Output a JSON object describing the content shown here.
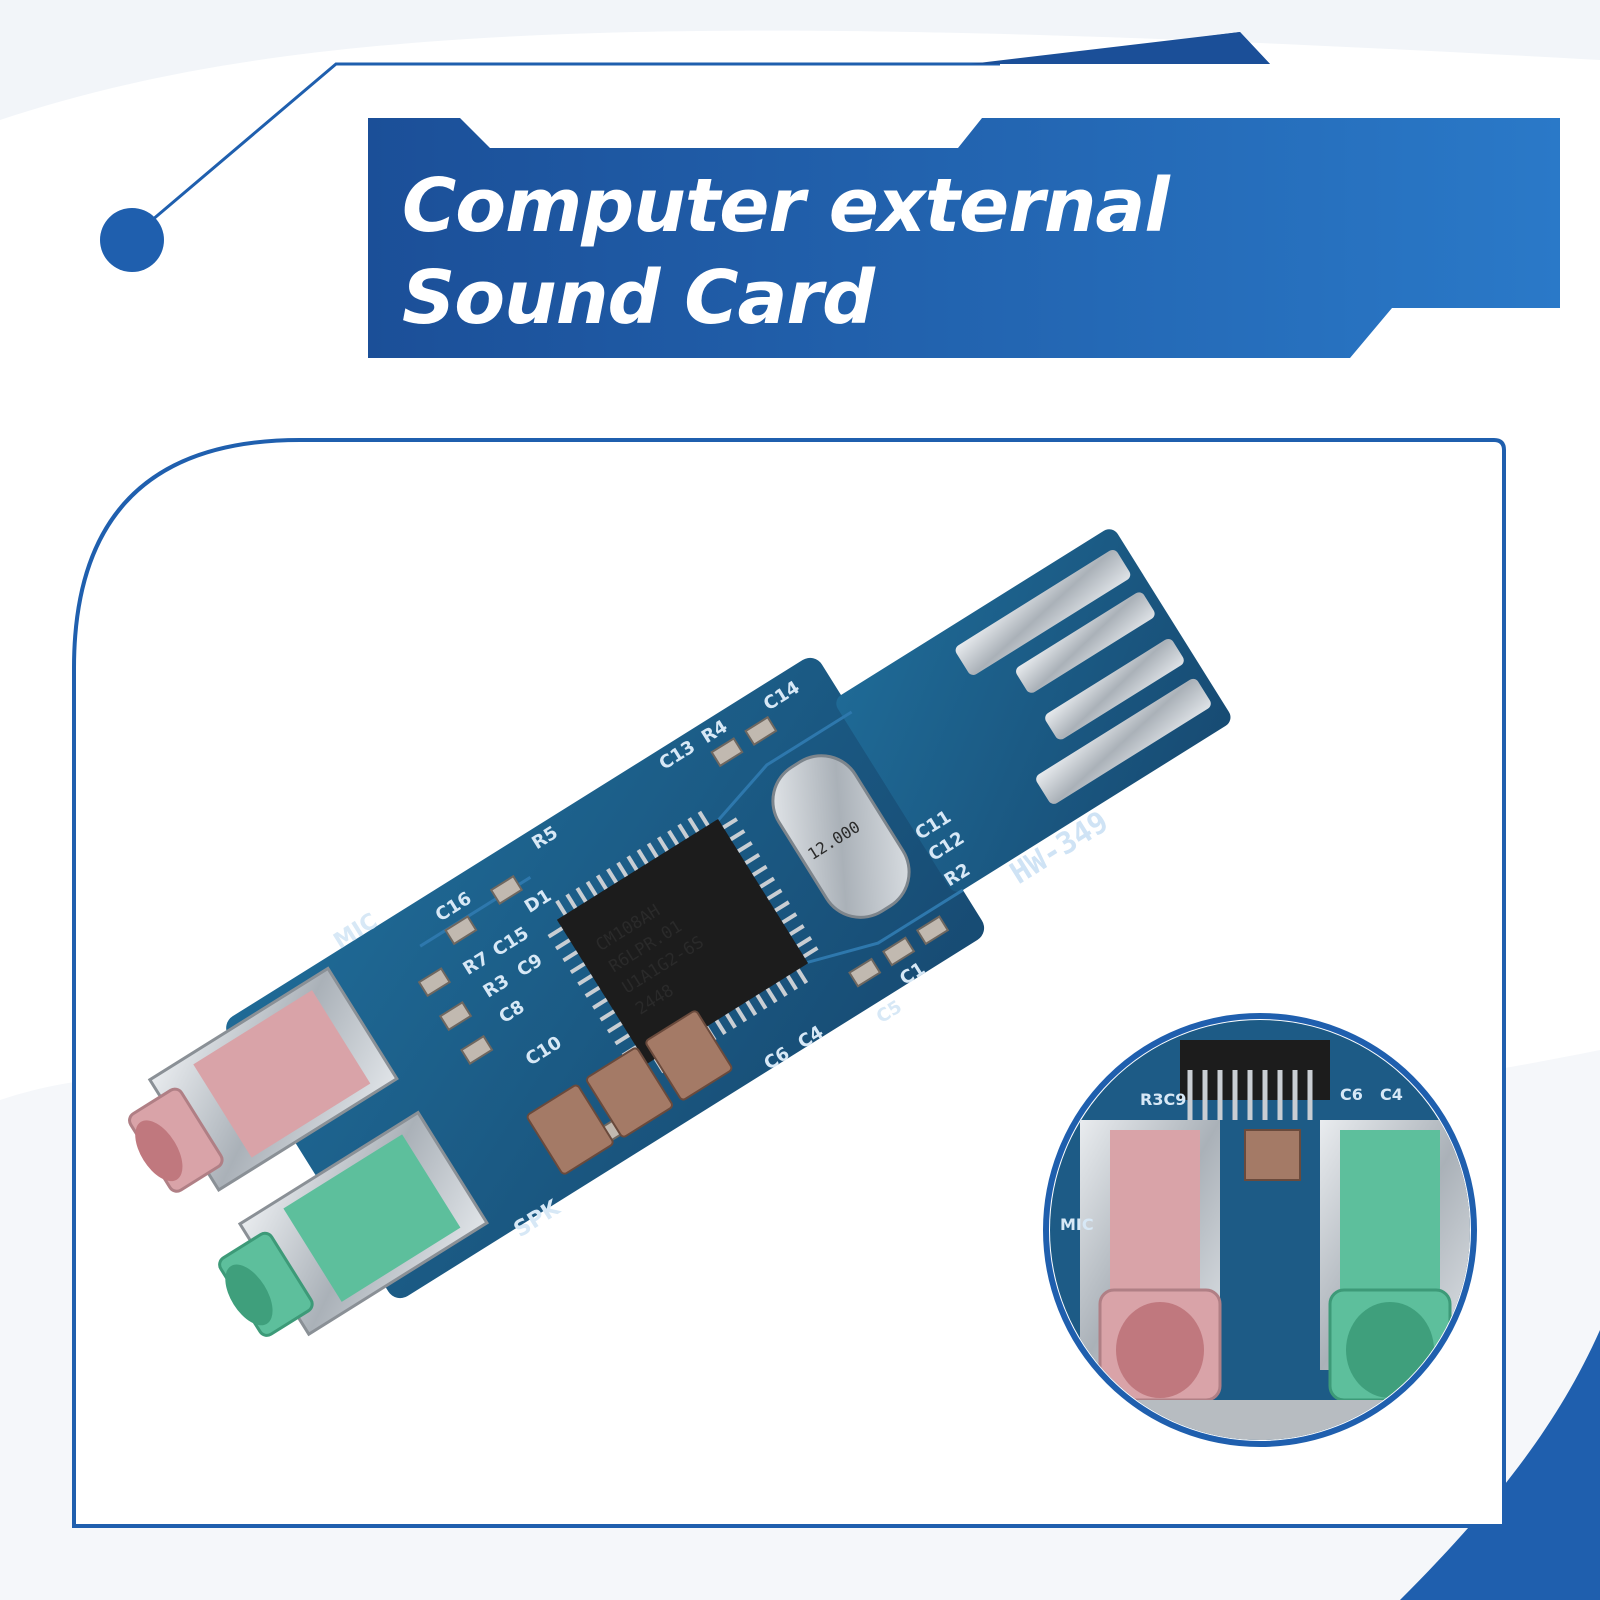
{
  "banner": {
    "title_line1": "Computer external",
    "title_line2": "Sound Card"
  },
  "board": {
    "model_label": "HW-349",
    "chip_lines": [
      "CM108AH",
      "R6LPR.01",
      "U1A1G2-6S",
      "2448"
    ],
    "crystal_text": "12.000",
    "spk_label": "SPK",
    "mic_label": "MIC",
    "silkscreen": [
      "C13",
      "R4",
      "C14",
      "R5",
      "D1",
      "C16",
      "R7",
      "C15",
      "R3",
      "C9",
      "C8",
      "C10",
      "C6",
      "C4",
      "C1",
      "C5",
      "R2",
      "C12",
      "C11"
    ]
  },
  "inset": {
    "labels": [
      "R3C9",
      "C6",
      "C4",
      "MIC"
    ]
  },
  "colors": {
    "brand_blue": "#1f5fae",
    "pcb_blue": "#1e5a86",
    "jack_pink": "#d9a3a8",
    "jack_green": "#5dbf9c"
  }
}
